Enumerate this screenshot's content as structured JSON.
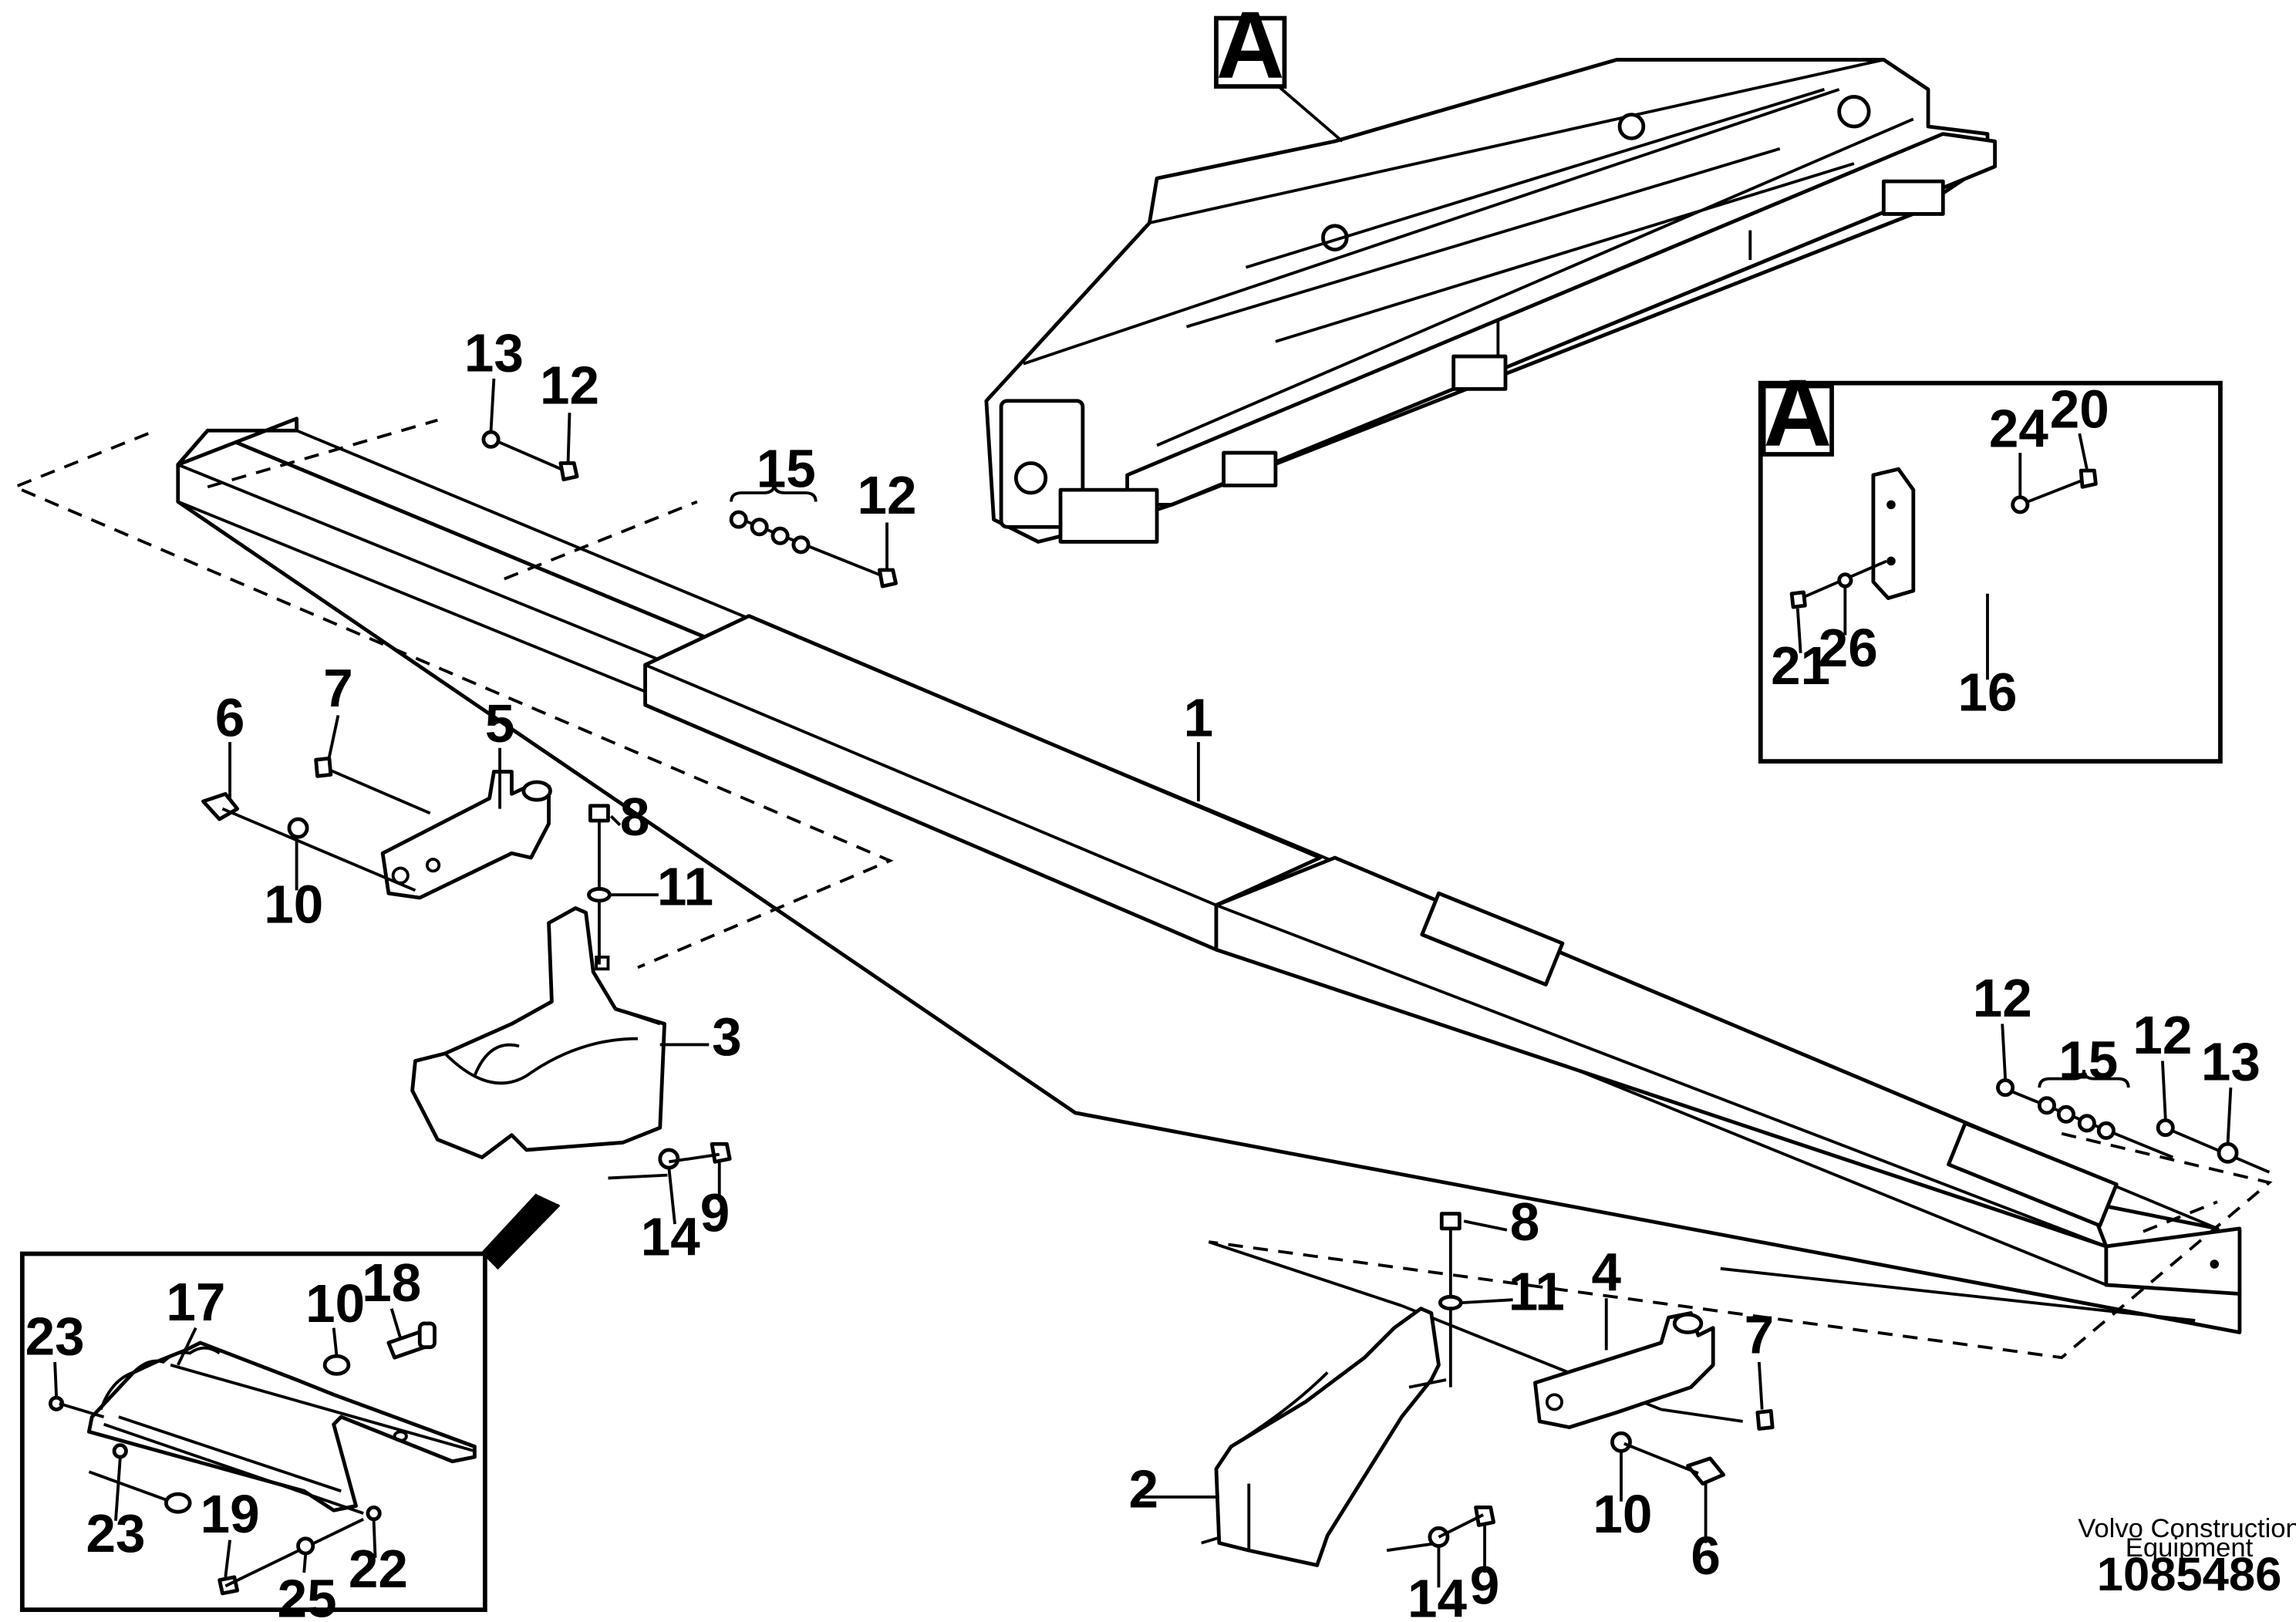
{
  "view_labels": {
    "main": "A",
    "inset": "A"
  },
  "callouts": {
    "c1": "1",
    "c2": "2",
    "c3": "3",
    "c4": "4",
    "c5": "5",
    "c6a": "6",
    "c6b": "6",
    "c7a": "7",
    "c7b": "7",
    "c8a": "8",
    "c8b": "8",
    "c9a": "9",
    "c9b": "9",
    "c10a": "10",
    "c10b": "10",
    "c10c": "10",
    "c11a": "11",
    "c11b": "11",
    "c12a": "12",
    "c12b": "12",
    "c12c": "12",
    "c12d": "12",
    "c13a": "13",
    "c13b": "13",
    "c14a": "14",
    "c14b": "14",
    "c15a": "15",
    "c15b": "15",
    "c16": "16",
    "c17": "17",
    "c18": "18",
    "c19": "19",
    "c20": "20",
    "c21": "21",
    "c22": "22",
    "c23a": "23",
    "c23b": "23",
    "c24": "24",
    "c25": "25",
    "c26": "26"
  },
  "footer": {
    "brand_line1": "Volvo Construction",
    "brand_line2": "Equipment",
    "doc_number": "1085486"
  }
}
